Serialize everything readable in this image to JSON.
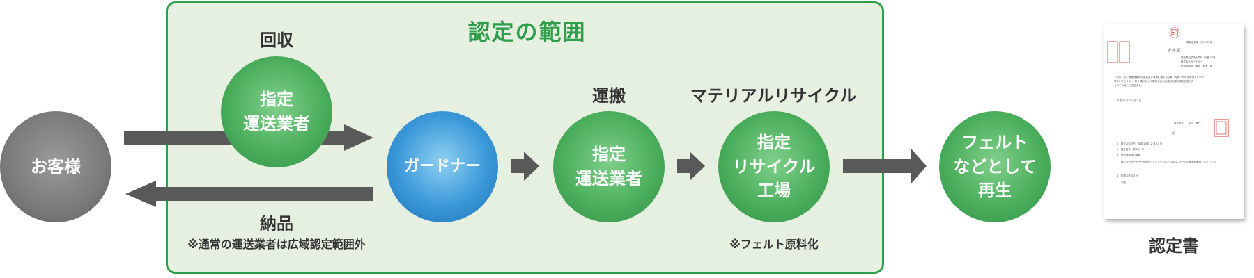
{
  "scope_title": "認定の範囲",
  "nodes": {
    "customer": "お客様",
    "collection_carrier_line1": "指定",
    "collection_carrier_line2": "運送業者",
    "gardener": "ガードナー",
    "transport_carrier_line1": "指定",
    "transport_carrier_line2": "運送業者",
    "recycle_factory_line1": "指定",
    "recycle_factory_line2": "リサイクル",
    "recycle_factory_line3": "工場",
    "result_line1": "フェルト",
    "result_line2": "などとして",
    "result_line3": "再生"
  },
  "labels": {
    "collection": "回収",
    "delivery": "納品",
    "delivery_note": "※通常の運送業者は広域認定範囲外",
    "transport": "運搬",
    "material_recycle": "マテリアルリサイクル",
    "felt_note": "※フェルト原料化",
    "certificate": "認定書"
  },
  "certificate_text": {
    "number": "環廃産発第 051005 号",
    "heading": "認 定 証",
    "address_line": "埼玉県加須市大門町 16番 47号",
    "company": "株式会社ガードナー",
    "representative": "代表取締役　源孤　雅太　殿",
    "body_line1": "下記のとおり産業廃棄物の処理及び清掃に関する法律（昭和 45 年法律第 137 号）",
    "body_line2": "第 15 条の 4 の 3 第 1 項において環境大臣の広域的処理の認定を受けた",
    "body_line3": "ものであることを証する。",
    "date": "平成 27 年 11 月 2 日",
    "minister": "環境大臣　　丸川　珠代",
    "ki": "記",
    "item1": "1　認定の年月日　平成 26 年 2 月 14 日",
    "item2": "2　認定番号　第 225 号",
    "item3": "3　産業廃棄物の種類",
    "item3_detail": "株式会社ガードナーが販売したクリーンルーム用ユニホームの産業廃棄物となったもの",
    "item4": "4　処理方法の区分",
    "item4_detail": "収集"
  }
}
